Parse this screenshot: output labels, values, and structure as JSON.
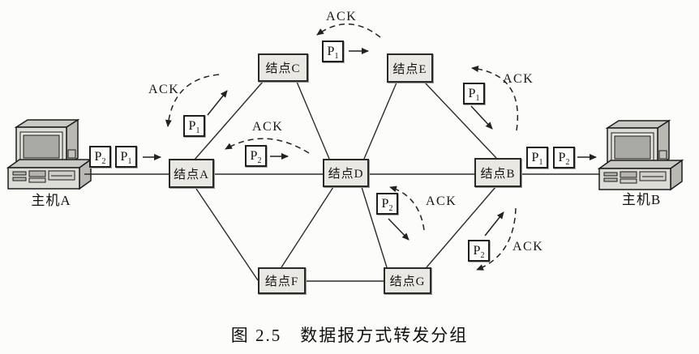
{
  "caption": "图 2.5　数据报方式转发分组",
  "hosts": {
    "a": "主机A",
    "b": "主机B"
  },
  "nodes": {
    "a": "结点A",
    "b": "结点B",
    "c": "结点C",
    "d": "结点D",
    "e": "结点E",
    "f": "结点F",
    "g": "结点G"
  },
  "ack_label": "ACK",
  "packets": {
    "p1": {
      "base": "P",
      "sub": "1"
    },
    "p2": {
      "base": "P",
      "sub": "2"
    }
  },
  "colors": {
    "background": "#fcfcfa",
    "line": "#2b2b2b",
    "node_fill": "#e9e8e2",
    "packet_fill": "#fdfdfb",
    "pc_body": "#dddcd6",
    "pc_screen": "#a8a9a3"
  }
}
